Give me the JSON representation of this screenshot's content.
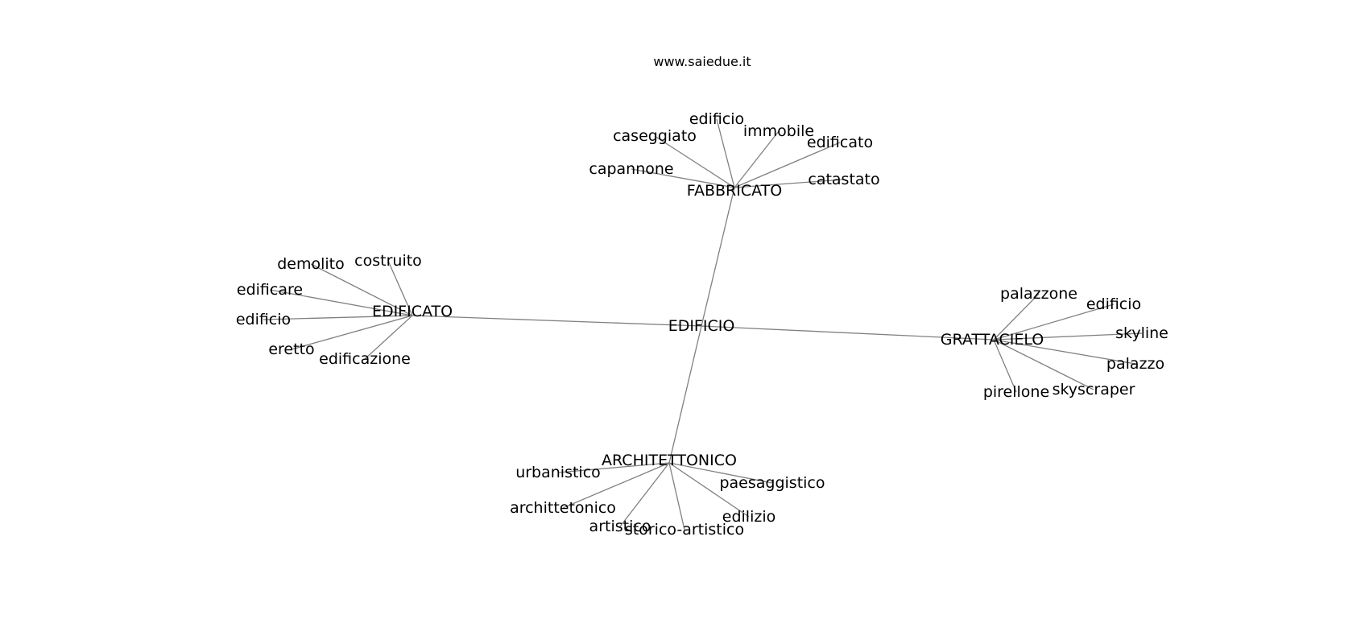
{
  "caption": "www.saiedue.it",
  "graph": {
    "root": "EDIFICIO",
    "hubs": [
      {
        "label": "FABBRICATO",
        "leaves": [
          "edificio",
          "immobile",
          "caseggiato",
          "edificato",
          "capannone",
          "catastato"
        ]
      },
      {
        "label": "EDIFICATO",
        "leaves": [
          "costruito",
          "demolito",
          "edificare",
          "edificio",
          "eretto",
          "edificazione"
        ]
      },
      {
        "label": "GRATTACIELO",
        "leaves": [
          "palazzone",
          "edificio",
          "skyline",
          "palazzo",
          "skyscraper",
          "pirellone"
        ]
      },
      {
        "label": "ARCHITETTONICO",
        "leaves": [
          "urbanistico",
          "paesaggistico",
          "archittetonico",
          "edilizio",
          "artistico",
          "storico-artistico"
        ]
      }
    ]
  }
}
